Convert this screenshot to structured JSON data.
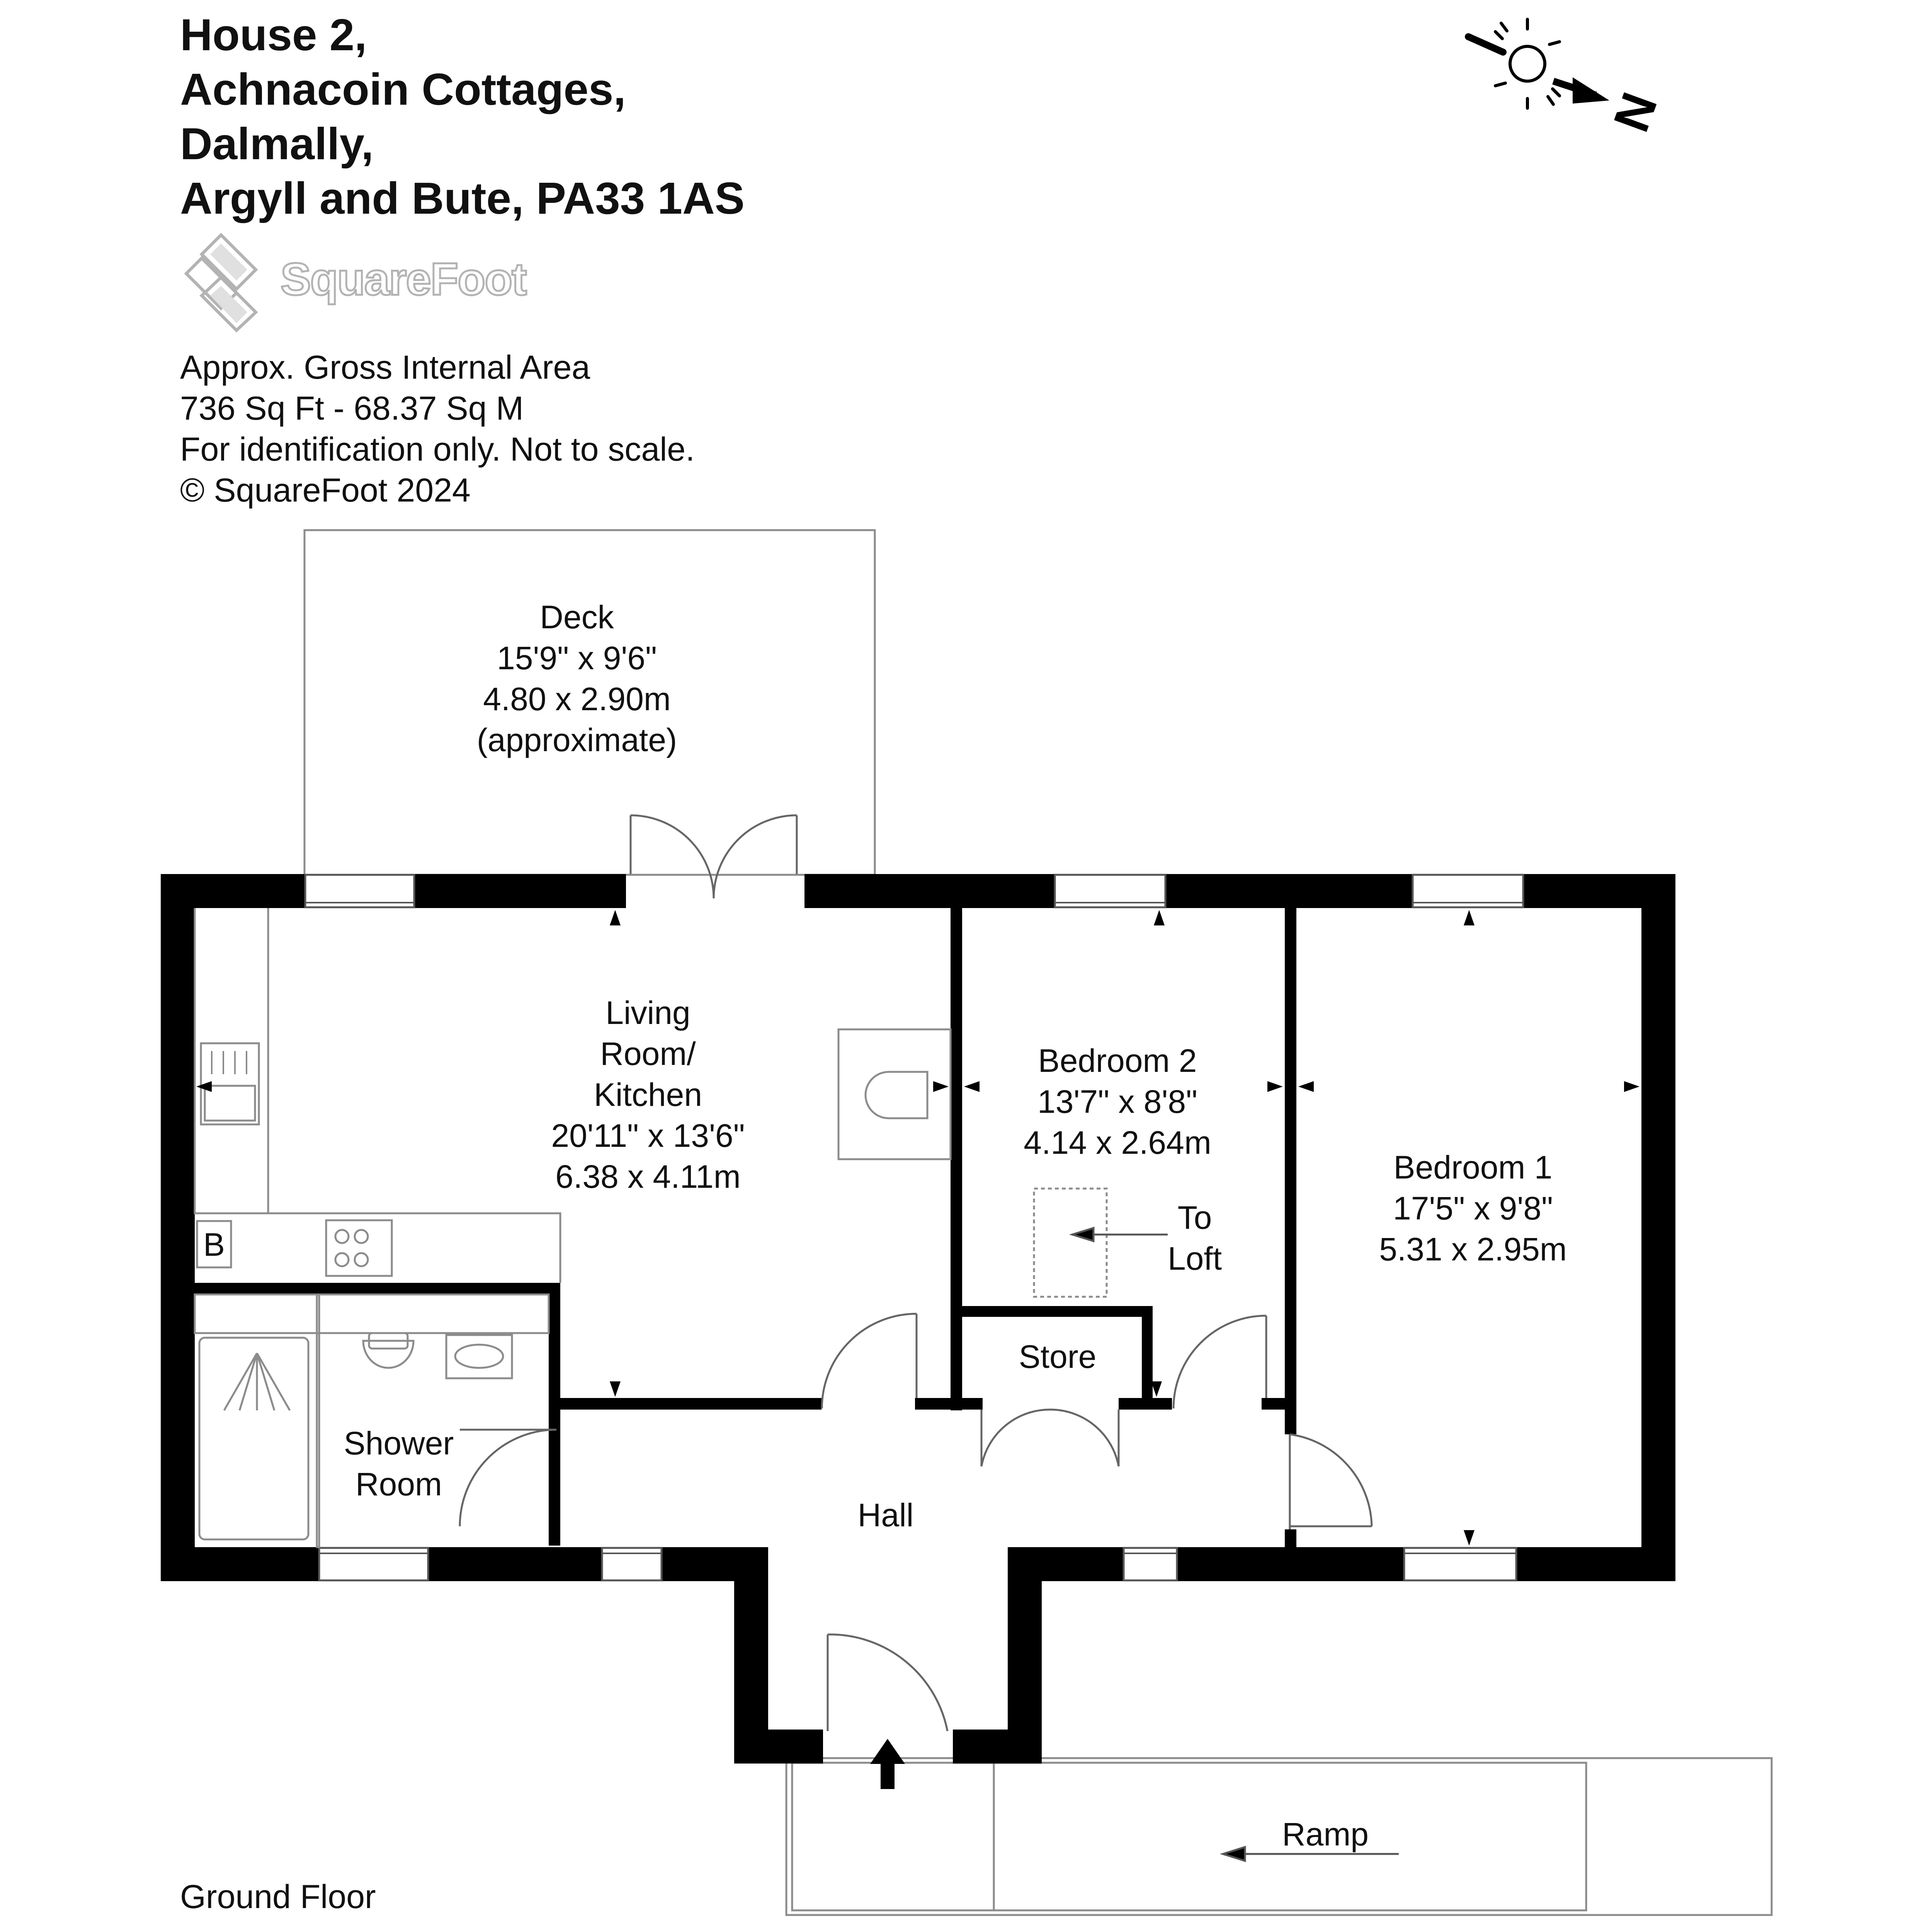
{
  "address": {
    "line1": "House 2,",
    "line2": "Achnacoin Cottages,",
    "line3": "Dalmally,",
    "line4": "Argyll and Bute, PA33 1AS"
  },
  "brand": {
    "logo_text": "SquareFoot",
    "logo_color": "#b3b3b3"
  },
  "info": {
    "area_title": "Approx. Gross Internal Area",
    "area_value": "736 Sq Ft  -  68.37 Sq M",
    "disclaimer": "For identification only. Not to scale.",
    "copyright": "© SquareFoot 2024"
  },
  "compass": {
    "north_label": "N"
  },
  "rooms": {
    "deck": {
      "name": "Deck",
      "imperial": "15'9\" x 9'6\"",
      "metric": "4.80 x 2.90m",
      "note": "(approximate)"
    },
    "living": {
      "name_line1": "Living",
      "name_line2": "Room/",
      "name_line3": "Kitchen",
      "imperial": "20'11\" x 13'6\"",
      "metric": "6.38 x 4.11m"
    },
    "bedroom2": {
      "name": "Bedroom 2",
      "imperial": "13'7\" x 8'8\"",
      "metric": "4.14 x 2.64m"
    },
    "bedroom1": {
      "name": "Bedroom 1",
      "imperial": "17'5\" x 9'8\"",
      "metric": "5.31 x 2.95m"
    },
    "loft": {
      "line1": "To",
      "line2": "Loft"
    },
    "store": {
      "name": "Store"
    },
    "shower": {
      "line1": "Shower",
      "line2": "Room"
    },
    "hall": {
      "name": "Hall"
    },
    "ramp": {
      "name": "Ramp"
    },
    "boiler": {
      "label": "B"
    }
  },
  "floor_label": "Ground Floor",
  "colors": {
    "wall": "#000000",
    "thin_line": "#555555",
    "light_line": "#8c8c8c"
  }
}
